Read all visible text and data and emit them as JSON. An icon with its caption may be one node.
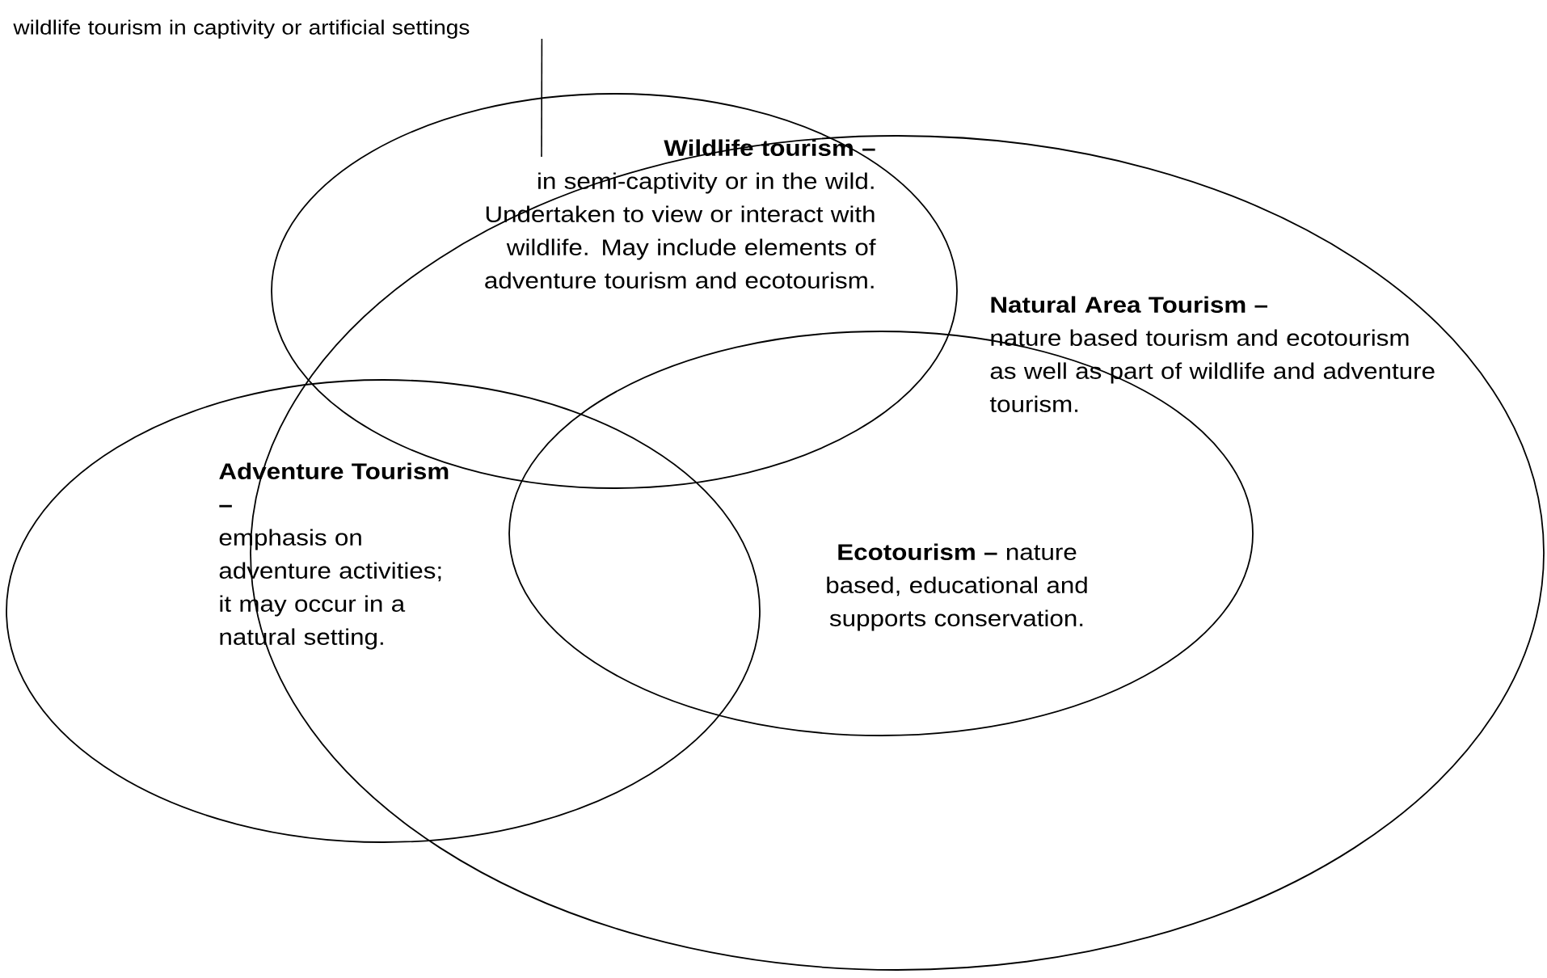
{
  "diagram": {
    "nodes": [
      {
        "text": [
          "wildlife tourism in captivity or artificial settings"
        ]
      },
      {
        "text": [
          "Wildlife tourism –",
          "in semi-captivity or in the wild. Undertaken to view or interact with wildlife. May include elements of adventure tourism and ecotourism."
        ]
      },
      {
        "text": [
          "Natural Area Tourism –",
          "nature based tourism and ecotourism as well as part of wildlife and adventure tourism."
        ]
      },
      {
        "text": [
          "Adventure Tourism –",
          "emphasis on adventure activities; it may occur in a natural setting."
        ]
      },
      {
        "text": [
          "**Ecotourism –** nature based, educational and supports conservation."
        ],
        "in": 2
      }
    ],
    "edges": [
      {
        "from": 0,
        "to": 1,
        "arrow": "none"
      }
    ]
  }
}
